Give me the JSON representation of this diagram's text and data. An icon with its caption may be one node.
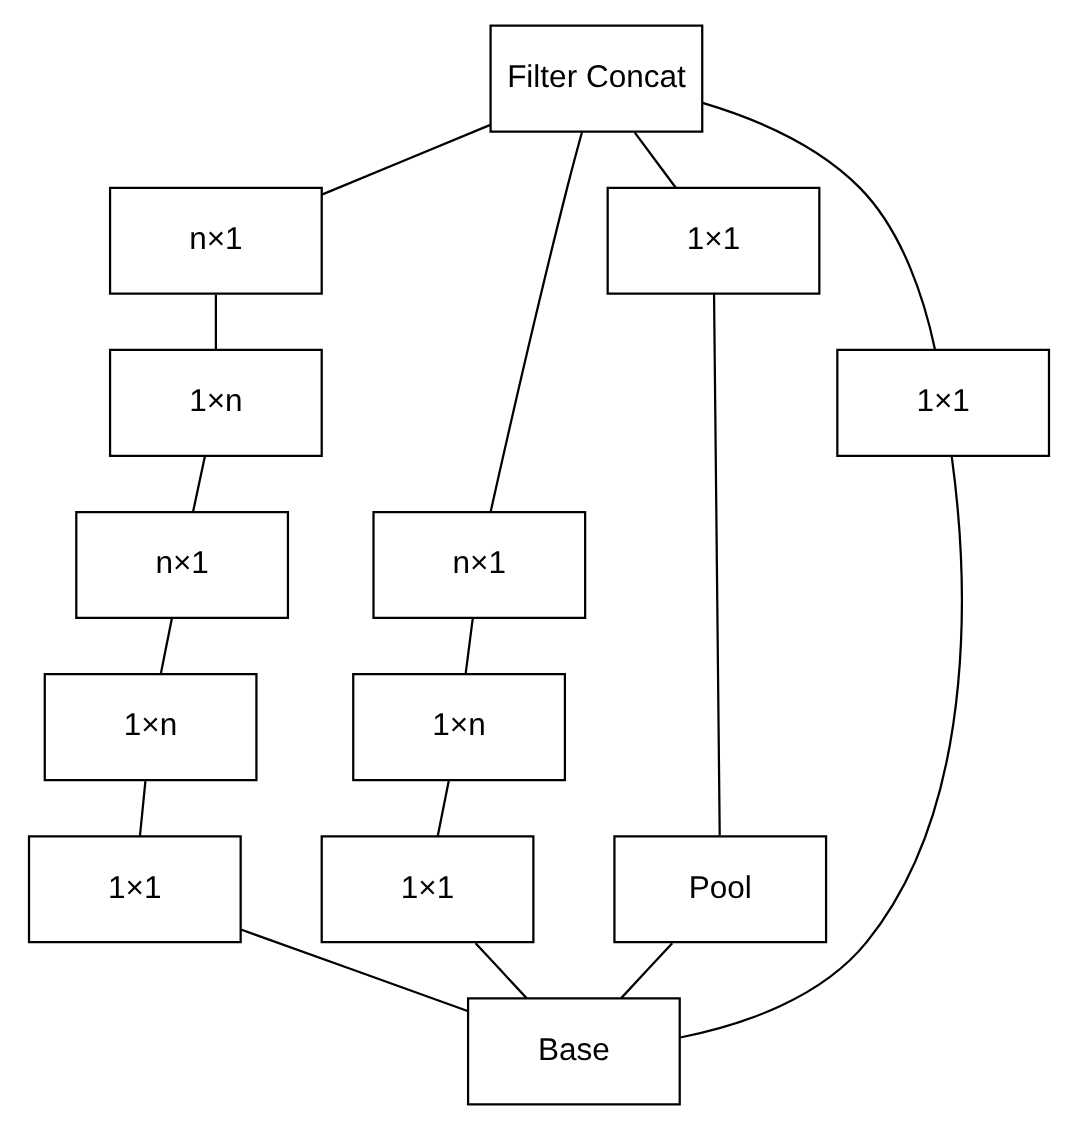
{
  "diagram": {
    "nodes": [
      {
        "text": [
          "Filter Concat"
        ]
      },
      {
        "text": [
          "n×1"
        ]
      },
      {
        "text": [
          "1×n"
        ]
      },
      {
        "text": [
          "n×1"
        ]
      },
      {
        "text": [
          "n×1"
        ]
      },
      {
        "text": [
          "1×n"
        ]
      },
      {
        "text": [
          "1×n"
        ]
      },
      {
        "text": [
          "1×1"
        ]
      },
      {
        "text": [
          "1×1"
        ]
      },
      {
        "text": [
          "1×1"
        ]
      },
      {
        "text": [
          "Pool"
        ]
      },
      {
        "text": [
          "1×1"
        ]
      },
      {
        "text": [
          "Base"
        ]
      }
    ],
    "edges": [
      {
        "from": 12,
        "to": 8,
        "arrow": "none"
      },
      {
        "from": 12,
        "to": 9,
        "arrow": "none"
      },
      {
        "from": 12,
        "to": 10,
        "arrow": "none"
      },
      {
        "from": 12,
        "to": 11,
        "arrow": "none"
      },
      {
        "from": 8,
        "to": 5,
        "arrow": "none"
      },
      {
        "from": 5,
        "to": 3,
        "arrow": "none"
      },
      {
        "from": 3,
        "to": 2,
        "arrow": "none"
      },
      {
        "from": 2,
        "to": 1,
        "arrow": "none"
      },
      {
        "from": 1,
        "to": 0,
        "arrow": "none"
      },
      {
        "from": 9,
        "to": 6,
        "arrow": "none"
      },
      {
        "from": 6,
        "to": 4,
        "arrow": "none"
      },
      {
        "from": 4,
        "to": 0,
        "arrow": "none"
      },
      {
        "from": 10,
        "to": 7,
        "arrow": "none"
      },
      {
        "from": 7,
        "to": 0,
        "arrow": "none"
      },
      {
        "from": 11,
        "to": 0,
        "arrow": "none"
      }
    ]
  }
}
